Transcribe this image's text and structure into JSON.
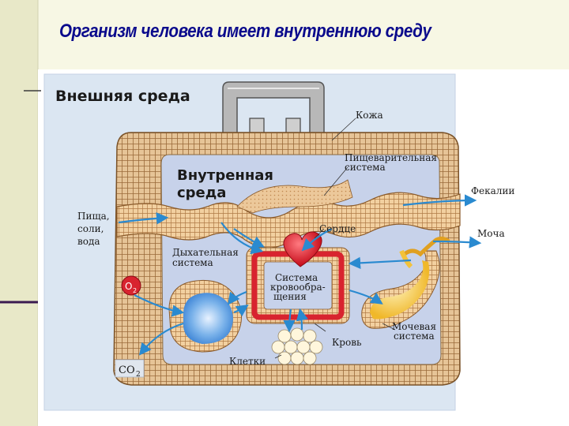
{
  "slide": {
    "title": "Организм человека имеет внутреннюю среду"
  },
  "diagram": {
    "outer_env": "Внешняя среда",
    "inner_env_line1": "Внутренная",
    "inner_env_line2": "среда",
    "skin": "Кожа",
    "digestive_line1": "Пищеварительная",
    "digestive_line2": "система",
    "feces": "Фекалии",
    "urine": "Моча",
    "food_line1": "Пища,",
    "food_line2": "соли,",
    "food_line3": "вода",
    "heart": "Сердце",
    "respiratory_line1": "Дыхательная",
    "respiratory_line2": "система",
    "circulatory_line1": "Система",
    "circulatory_line2": "кровообра-",
    "circulatory_line3": "щения",
    "o2": "O",
    "o2_sub": "2",
    "co2": "CO",
    "co2_sub": "2",
    "urinary_line1": "Мочевая",
    "urinary_line2": "система",
    "blood": "Кровь",
    "cells": "Клетки"
  },
  "colors": {
    "title": "#0a0a8c",
    "slide_bg": "#f7f7e4",
    "left_band": "#e8e8c8",
    "panel": "#dbe6f2",
    "skin_tan": "#e2bf8e",
    "tissue": "#f0cfa0",
    "inner": "#c7d2ea",
    "heart": "#e02636",
    "vessel": "#d8242f",
    "arrow": "#2a8ad0",
    "lung": "#5a9de0",
    "kidney": "#f3c23a"
  },
  "icons": [
    "handle-icon",
    "heart-icon",
    "lung-icon",
    "kidney-icon",
    "cells-icon",
    "o2-molecule-icon"
  ]
}
